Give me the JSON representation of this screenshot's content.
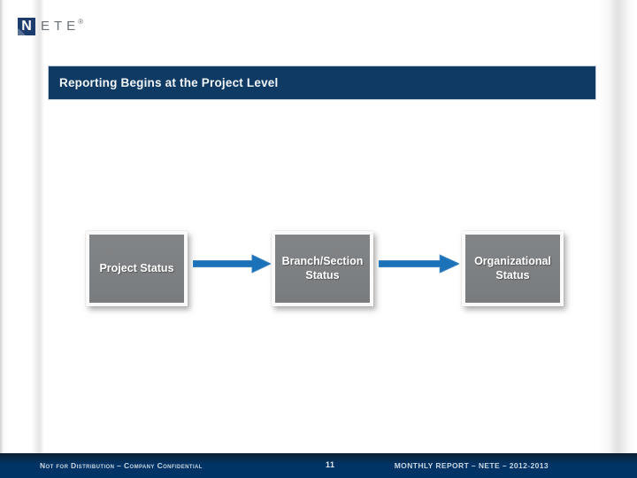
{
  "logo": {
    "mark": "N",
    "text": "ETE",
    "registered": "®"
  },
  "header": {
    "title": "Reporting Begins at the Project Level"
  },
  "diagram": {
    "boxes": [
      {
        "label": "Project Status"
      },
      {
        "label": "Branch/Section Status"
      },
      {
        "label": "Organizational Status"
      }
    ],
    "arrows": [
      {
        "direction": "right"
      },
      {
        "direction": "right"
      }
    ]
  },
  "footer": {
    "left": "Not for Distribution – Company Confidential",
    "page_number": "11",
    "right": "MONTHLY REPORT – NETE – 2012-2013"
  },
  "colors": {
    "header_bar": "#0e3a64",
    "header_text": "#f3f6f9",
    "box_fill": "#7b7e80",
    "box_border": "#fafafa",
    "box_text": "#ffffff",
    "arrow_blue": "#1b72b8",
    "footer_bar": "#003366",
    "footer_text": "#cdd5df",
    "logo_navy": "#1d3c6e",
    "logo_gray": "#6b7076"
  }
}
